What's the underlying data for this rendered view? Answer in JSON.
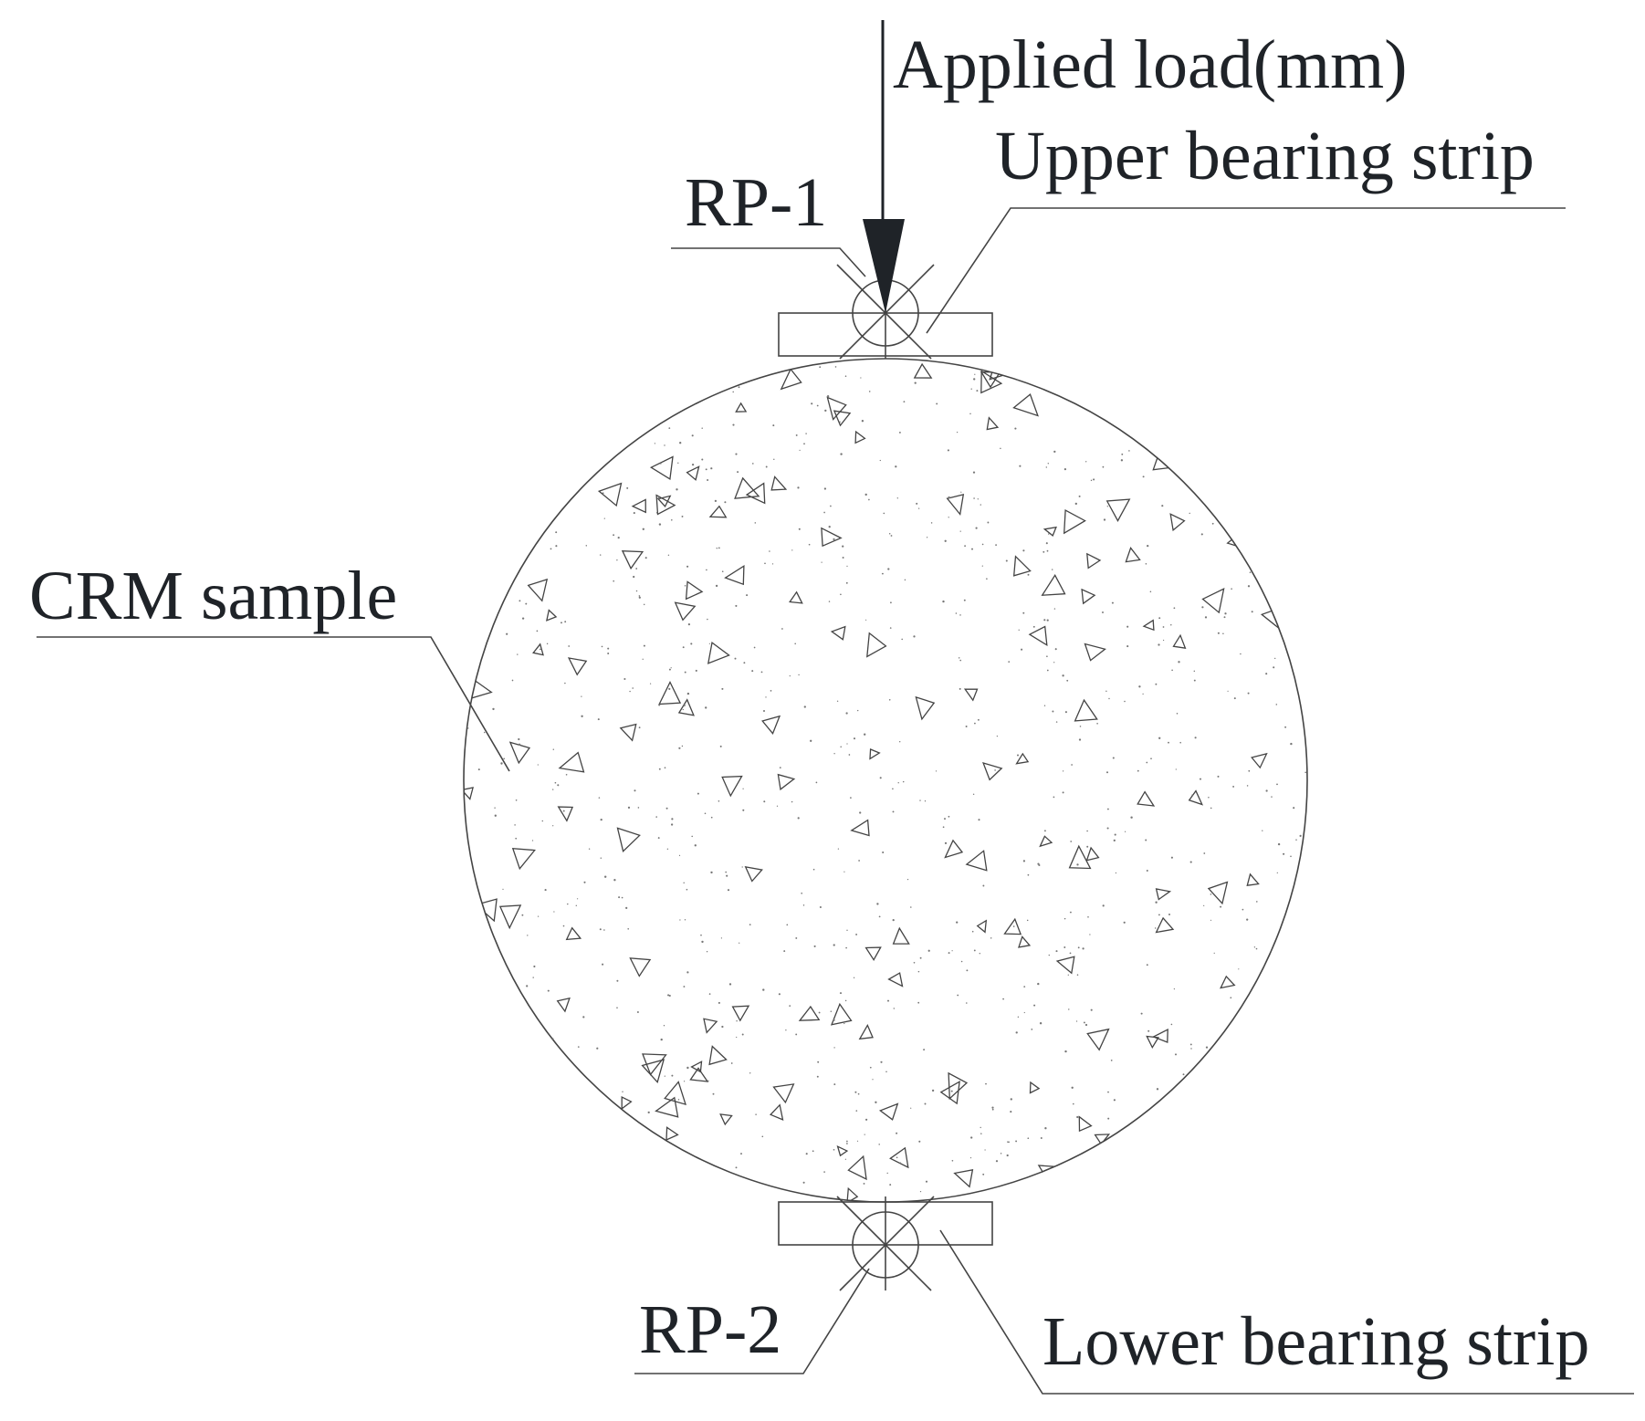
{
  "labels": {
    "applied_load": "Applied load(mm)",
    "upper_strip": "Upper bearing strip",
    "rp1": "RP-1",
    "crm_sample": "CRM sample",
    "rp2": "RP-2",
    "lower_strip": "Lower bearing strip"
  },
  "colors": {
    "text": "#1f2328",
    "line": "#444444",
    "arrow": "#1f2328"
  }
}
